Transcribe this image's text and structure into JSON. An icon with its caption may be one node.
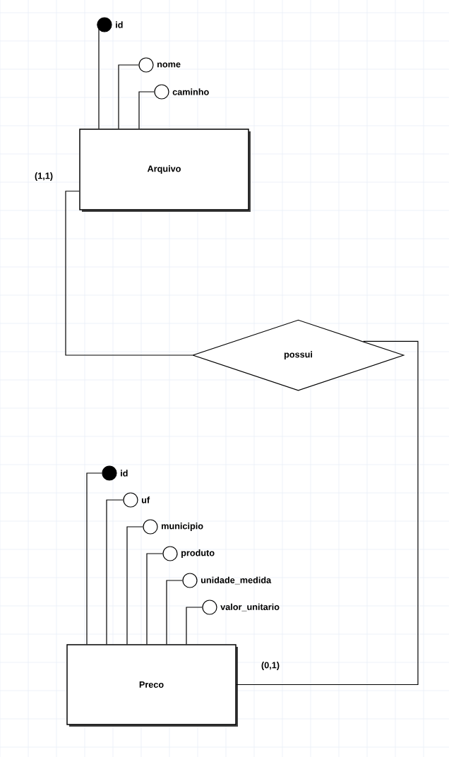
{
  "diagram": {
    "nodes": [
      {
        "text": [],
        "shape": "dot",
        "beside": [
          "id"
        ]
      },
      {
        "text": [],
        "shape": "circle",
        "beside": [
          "nome"
        ]
      },
      {
        "text": [],
        "shape": "circle",
        "beside": [
          "caminho"
        ]
      },
      {
        "text": [
          "Arquivo"
        ]
      },
      {
        "text": [
          "possui"
        ]
      },
      {
        "text": [],
        "shape": "dot",
        "beside": [
          "id"
        ]
      },
      {
        "text": [],
        "shape": "circle",
        "beside": [
          "uf"
        ]
      },
      {
        "text": [],
        "shape": "circle",
        "beside": [
          "municipio"
        ]
      },
      {
        "text": [],
        "shape": "circle",
        "beside": [
          "produto"
        ]
      },
      {
        "text": [],
        "shape": "circle",
        "beside": [
          "unidade_medida"
        ]
      },
      {
        "text": [],
        "shape": "circle",
        "beside": [
          "valor_unitario"
        ]
      },
      {
        "text": [
          "Preco"
        ]
      }
    ],
    "edges": [
      {
        "from": 3,
        "to": 0,
        "arrow": "none"
      },
      {
        "from": 3,
        "to": 1,
        "arrow": "none"
      },
      {
        "from": 3,
        "to": 2,
        "arrow": "none"
      },
      {
        "from": 3,
        "to": 4,
        "arrow": "none",
        "label": "(1,1)"
      },
      {
        "from": 4,
        "to": 11,
        "arrow": "none",
        "label": "(0,1)"
      },
      {
        "from": 11,
        "to": 5,
        "arrow": "none"
      },
      {
        "from": 11,
        "to": 6,
        "arrow": "none"
      },
      {
        "from": 11,
        "to": 7,
        "arrow": "none"
      },
      {
        "from": 11,
        "to": 8,
        "arrow": "none"
      },
      {
        "from": 11,
        "to": 9,
        "arrow": "none"
      },
      {
        "from": 11,
        "to": 10,
        "arrow": "none"
      }
    ]
  }
}
